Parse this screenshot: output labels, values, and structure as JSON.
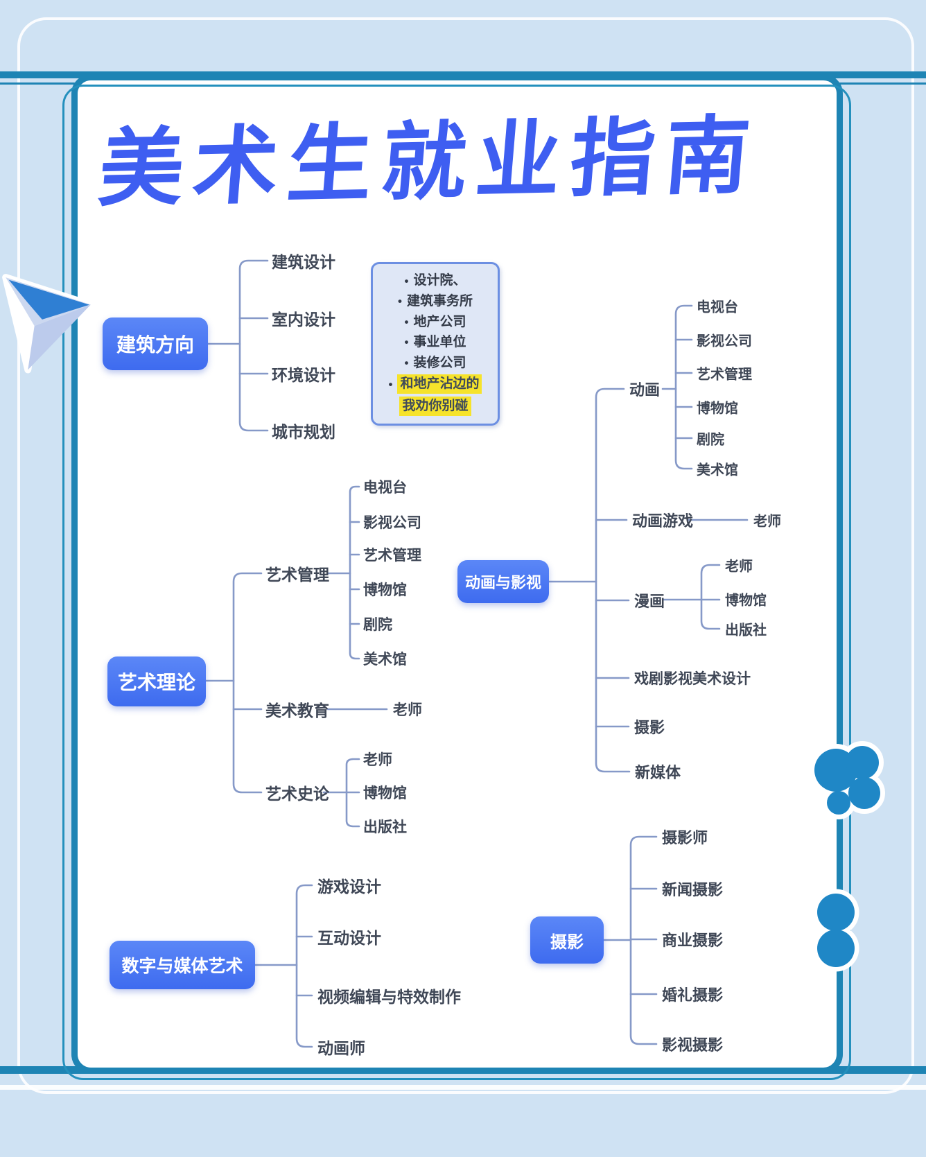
{
  "title": "美术生就业指南",
  "callout": {
    "items": [
      "设计院、",
      "建筑事务所",
      "地产公司",
      "事业单位",
      "装修公司"
    ],
    "warning_lines": [
      "和地产沾边的",
      "我劝你别碰"
    ],
    "highlight_color": "#f6e32b"
  },
  "colors": {
    "page_bg": "#cfe2f3",
    "frame_teal": "#1e84b4",
    "root_box_blue": "#4a78f2",
    "title_blue": "#3e5ef1",
    "connector": "#8699c8",
    "decoration_blue": "#1f87c6"
  },
  "mindmap": {
    "roots": [
      {
        "label": "建筑方向",
        "children": [
          {
            "label": "建筑设计"
          },
          {
            "label": "室内设计"
          },
          {
            "label": "环境设计"
          },
          {
            "label": "城市规划"
          }
        ]
      },
      {
        "label": "艺术理论",
        "children": [
          {
            "label": "艺术管理",
            "children": [
              {
                "label": "电视台"
              },
              {
                "label": "影视公司"
              },
              {
                "label": "艺术管理"
              },
              {
                "label": "博物馆"
              },
              {
                "label": "剧院"
              },
              {
                "label": "美术馆"
              }
            ]
          },
          {
            "label": "美术教育",
            "children": [
              {
                "label": "老师"
              }
            ]
          },
          {
            "label": "艺术史论",
            "children": [
              {
                "label": "老师"
              },
              {
                "label": "博物馆"
              },
              {
                "label": "出版社"
              }
            ]
          }
        ]
      },
      {
        "label": "动画与影视",
        "children": [
          {
            "label": "动画",
            "children": [
              {
                "label": "电视台"
              },
              {
                "label": "影视公司"
              },
              {
                "label": "艺术管理"
              },
              {
                "label": "博物馆"
              },
              {
                "label": "剧院"
              },
              {
                "label": "美术馆"
              }
            ]
          },
          {
            "label": "动画游戏",
            "children": [
              {
                "label": "老师"
              }
            ]
          },
          {
            "label": "漫画",
            "children": [
              {
                "label": "老师"
              },
              {
                "label": "博物馆"
              },
              {
                "label": "出版社"
              }
            ]
          },
          {
            "label": "戏剧影视美术设计"
          },
          {
            "label": "摄影"
          },
          {
            "label": "新媒体"
          }
        ]
      },
      {
        "label": "数字与媒体艺术",
        "children": [
          {
            "label": "游戏设计"
          },
          {
            "label": "互动设计"
          },
          {
            "label": "视频编辑与特效制作"
          },
          {
            "label": "动画师"
          }
        ]
      },
      {
        "label": "摄影",
        "children": [
          {
            "label": "摄影师"
          },
          {
            "label": "新闻摄影"
          },
          {
            "label": "商业摄影"
          },
          {
            "label": "婚礼摄影"
          },
          {
            "label": "影视摄影"
          }
        ]
      }
    ]
  }
}
